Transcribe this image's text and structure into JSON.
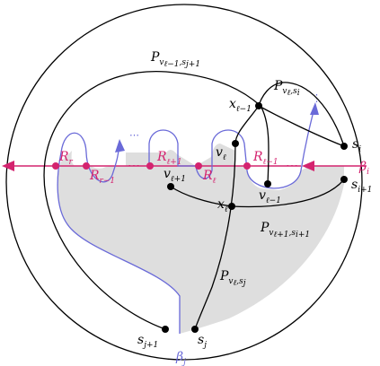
{
  "labels": {
    "p_top": {
      "main": "P",
      "sub": "v",
      "sub2": "ℓ−1",
      "sub3": ",s",
      "sub4": "j+1"
    },
    "p_right": {
      "main": "P",
      "sub": "v",
      "sub2": "ℓ",
      "sub3": ",s",
      "sub4": "i"
    },
    "p_lower": {
      "main": "P",
      "sub": "v",
      "sub2": "ℓ+1",
      "sub3": ",s",
      "sub4": "i+1"
    },
    "p_bottom": {
      "main": "P",
      "sub": "v",
      "sub2": "ℓ",
      "sub3": ",s",
      "sub4": "j"
    },
    "x_l1": {
      "main": "x",
      "sub": "ℓ−1"
    },
    "x_l": {
      "main": "x",
      "sub": "ℓ"
    },
    "v_l": {
      "main": "v",
      "sub": "ℓ"
    },
    "v_l1": {
      "main": "v",
      "sub": "ℓ+1"
    },
    "v_lm1": {
      "main": "v",
      "sub": "ℓ−1"
    },
    "s_i": {
      "main": "s",
      "sub": "i"
    },
    "s_i1": {
      "main": "s",
      "sub": "i+1"
    },
    "s_j": {
      "main": "s",
      "sub": "j"
    },
    "s_j1": {
      "main": "s",
      "sub": "j+1"
    },
    "r_r": {
      "main": "R",
      "sub": "r"
    },
    "r_r1": {
      "main": "R",
      "sub": "r−1"
    },
    "r_lp1": {
      "main": "R",
      "sub": "ℓ+1"
    },
    "r_l": {
      "main": "R",
      "sub": "ℓ"
    },
    "r_lm1": {
      "main": "R",
      "sub": "ℓ−1"
    },
    "beta_i": {
      "main": "β",
      "sub": "i"
    },
    "beta_j": {
      "main": "β",
      "sub": "j"
    }
  },
  "colors": {
    "magenta": "#d4236f",
    "blue": "#6a6ad8",
    "shade": "#dedede",
    "black": "#000000"
  }
}
